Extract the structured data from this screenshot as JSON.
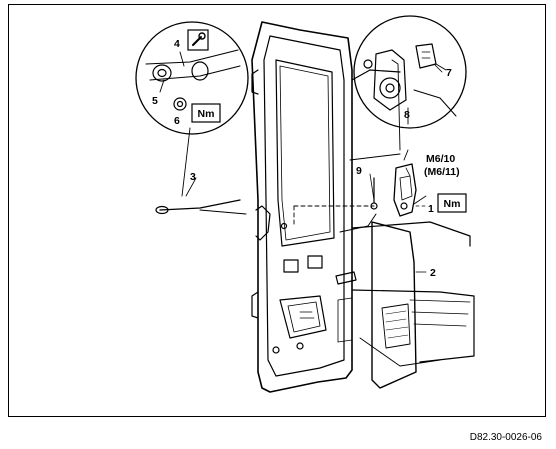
{
  "callouts": {
    "c1": "1",
    "c2": "2",
    "c3": "3",
    "c4": "4",
    "c5": "5",
    "c6": "6",
    "c7": "7",
    "c8": "8",
    "c9": "9",
    "motor_main": "M6/10",
    "motor_alt": "(M6/11)"
  },
  "symbols": {
    "torque_label": "Nm",
    "tool_icon": "wrench-icon"
  },
  "reference_code": "D82.30-0026-06"
}
